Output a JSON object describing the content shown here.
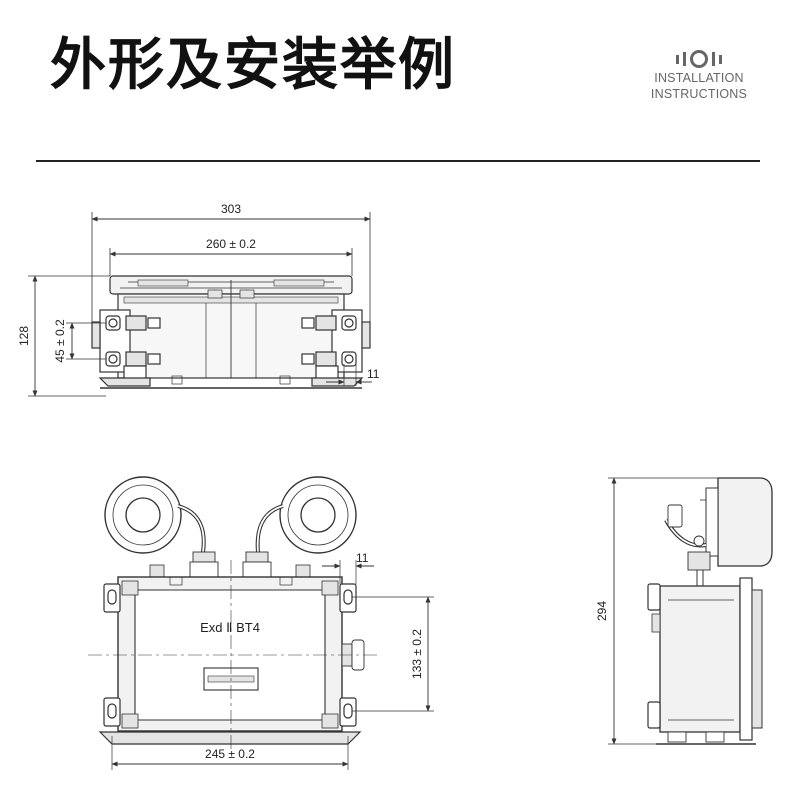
{
  "header": {
    "title": "外形及安装举例",
    "brand_line1": "INSTALLATION",
    "brand_line2": "INSTRUCTIONS"
  },
  "drawing": {
    "top_view": {
      "overall_width": "303",
      "bolt_spacing": "260 ± 0.2",
      "height": "128",
      "slot_spacing": "45 ± 0.2",
      "foot_width": "11"
    },
    "front_view": {
      "marking": "Exd Ⅱ BT4",
      "foot_width": "11",
      "vertical_spacing": "133 ± 0.2",
      "horizontal_spacing": "245 ± 0.2"
    },
    "side_view": {
      "total_height": "294"
    }
  },
  "colors": {
    "line": "#333333",
    "fill_light": "#f2f2f2",
    "fill_mid": "#e4e4e4"
  }
}
